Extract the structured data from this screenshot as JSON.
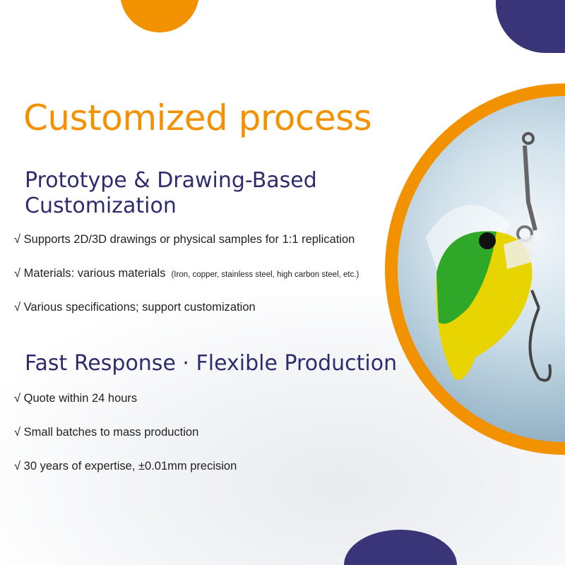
{
  "title": "Customized process",
  "section1": {
    "heading_line1": "Prototype & Drawing-Based",
    "heading_line2": "Customization",
    "items": [
      {
        "check": "√",
        "text": "Supports 2D/3D drawings or physical samples for 1:1 replication"
      },
      {
        "check": "√",
        "text": "Materials: various materials",
        "note": "(Iron, copper, stainless steel, high carbon steel, etc.)"
      },
      {
        "check": "√",
        "text": "Various specifications; support customization"
      }
    ]
  },
  "section2": {
    "heading": "Fast Response · Flexible Production",
    "items": [
      {
        "check": "√",
        "text": "Quote within 24 hours"
      },
      {
        "check": "√",
        "text": "Small batches to mass production"
      },
      {
        "check": "√",
        "text": "30 years of expertise, ±0.01mm precision"
      }
    ]
  },
  "colors": {
    "accent": "#f39200",
    "navy": "#3a3478",
    "heading": "#2f2c6e"
  }
}
